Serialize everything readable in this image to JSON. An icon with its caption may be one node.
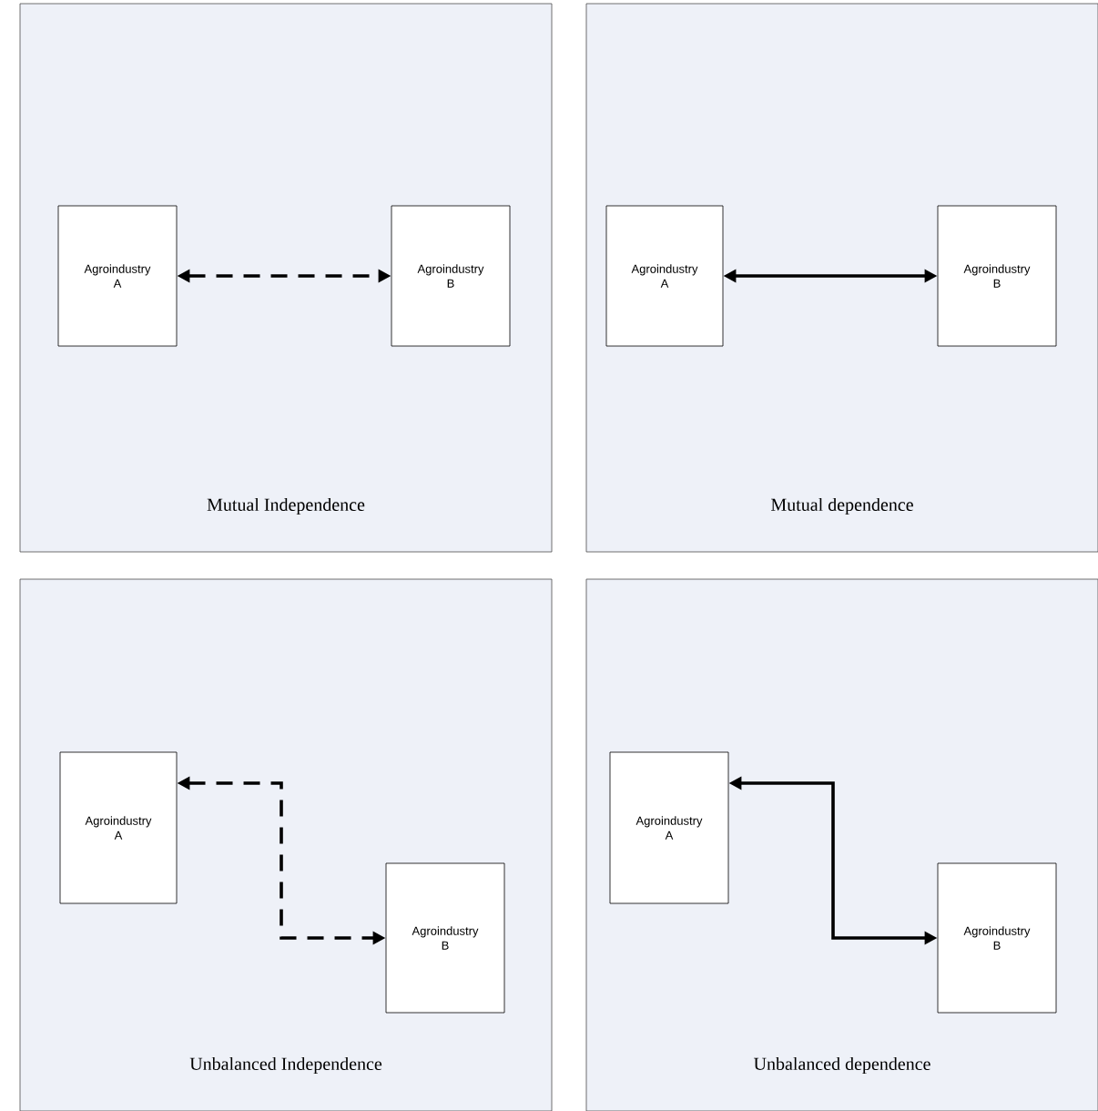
{
  "diagram": {
    "nodes": [
      {
        "text": [
          "Mutual Independence"
        ]
      },
      {
        "text": [
          "Agroindustry A"
        ],
        "in": 0
      },
      {
        "text": [
          "Agroindustry B"
        ],
        "in": 0
      },
      {
        "text": [
          "Mutual dependence"
        ]
      },
      {
        "text": [
          "Agroindustry A"
        ],
        "in": 3
      },
      {
        "text": [
          "Agroindustry B"
        ],
        "in": 3
      },
      {
        "text": [
          "Unbalanced Independence"
        ]
      },
      {
        "text": [
          "Agroindustry A"
        ],
        "in": 6
      },
      {
        "text": [
          "Agroindustry B"
        ],
        "in": 6
      },
      {
        "text": [
          "Unbalanced dependence"
        ]
      },
      {
        "text": [
          "Agroindustry A"
        ],
        "in": 9
      },
      {
        "text": [
          "Agroindustry B"
        ],
        "in": 9
      }
    ],
    "edges": [
      {
        "from": 1,
        "to": 2,
        "arrow": "both",
        "style": "dashed"
      },
      {
        "from": 4,
        "to": 5,
        "arrow": "both"
      },
      {
        "from": 7,
        "to": 8,
        "arrow": "both",
        "style": "dashed"
      },
      {
        "from": 10,
        "to": 11,
        "arrow": "both"
      }
    ]
  }
}
